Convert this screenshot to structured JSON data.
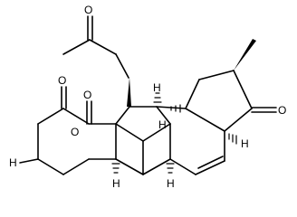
{
  "molecule": {
    "atom_labels": {
      "ketone_side_chain_o": "O",
      "lactone_carbonyl_o": "O",
      "lactone_ring_o": "O",
      "ester_carbonyl_o": "O",
      "cyclopentanone_o": "O",
      "h_left": "H",
      "h_ring_c": "H",
      "h_ring_d_left": "H",
      "h_ring_d_right": "H",
      "h_junction_a": "H",
      "h_junction_b": "H"
    }
  }
}
